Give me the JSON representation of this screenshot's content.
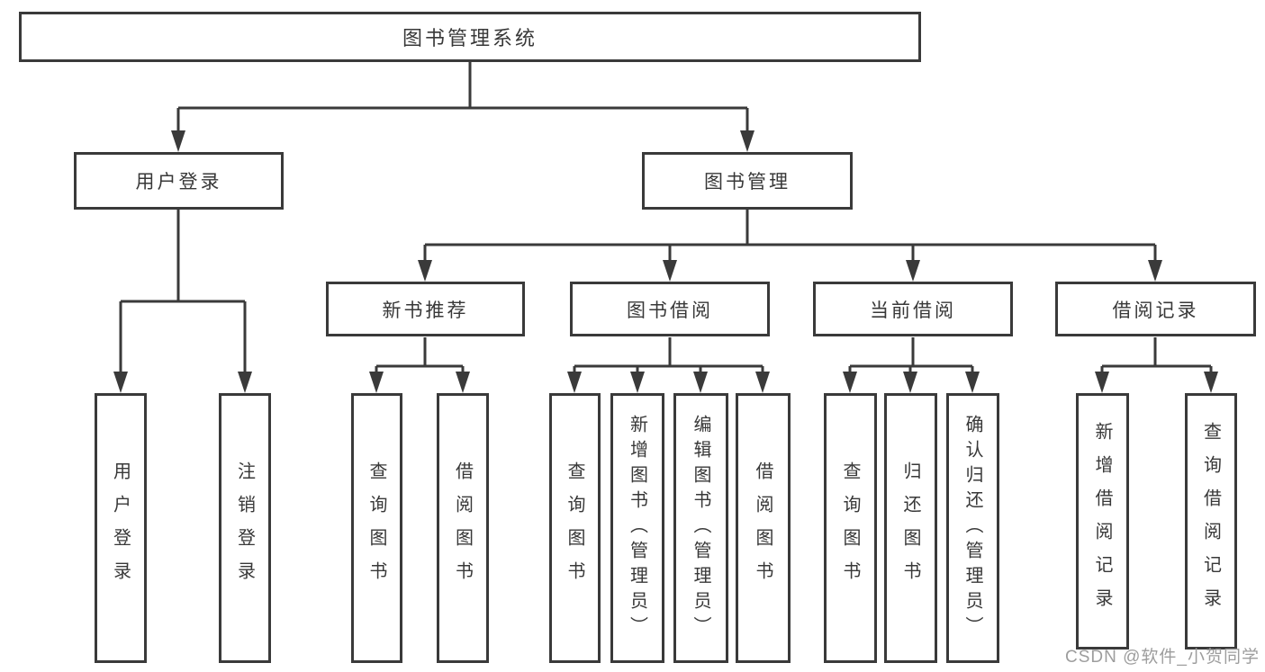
{
  "diagram": {
    "type": "tree",
    "title": "图书管理系统"
  },
  "tree": {
    "root": {
      "label": "图书管理系统"
    },
    "children": [
      {
        "label": "用户登录",
        "children": [
          {
            "label": "用户登录"
          },
          {
            "label": "注销登录"
          }
        ]
      },
      {
        "label": "图书管理",
        "children": [
          {
            "label": "新书推荐",
            "children": [
              {
                "label": "查询图书"
              },
              {
                "label": "借阅图书"
              }
            ]
          },
          {
            "label": "图书借阅",
            "children": [
              {
                "label": "查询图书"
              },
              {
                "label": "新增图书（管理员）"
              },
              {
                "label": "编辑图书（管理员）"
              },
              {
                "label": "借阅图书"
              }
            ]
          },
          {
            "label": "当前借阅",
            "children": [
              {
                "label": "查询图书"
              },
              {
                "label": "归还图书"
              },
              {
                "label": "确认归还（管理员）"
              }
            ]
          },
          {
            "label": "借阅记录",
            "children": [
              {
                "label": "新增借阅记录"
              },
              {
                "label": "查询借阅记录"
              }
            ]
          }
        ]
      }
    ]
  },
  "watermark": {
    "text": "CSDN @软件_小贺同学"
  },
  "colors": {
    "line": "#3a3a3a",
    "box_border": "#3a3a3a",
    "text": "#383838",
    "watermark": "#9d9d9d",
    "background": "#ffffff"
  }
}
